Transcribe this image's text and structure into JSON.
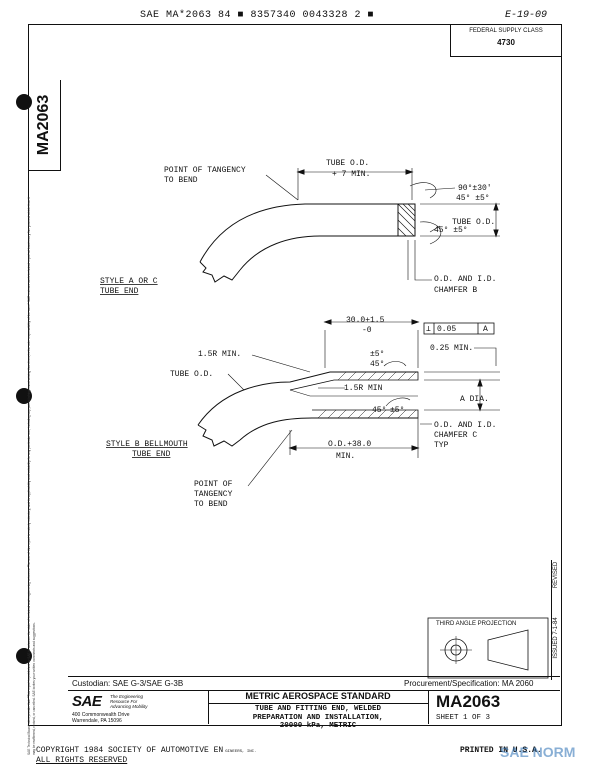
{
  "header": {
    "code_line": "SAE MA*2063 84 ■ 8357340 0043328 2 ■",
    "handwritten_date": "E-19-09"
  },
  "federal_supply": {
    "label": "FEDERAL SUPPLY CLASS",
    "value": "4730"
  },
  "side": {
    "doc_number": "MA2063",
    "disclaimer": "SAE Technical Board rules provide that: \"This report is published by SAE to advance the state of technical and engineering sciences. The use of this report is entirely voluntary, and its applicability and suitability for any particular use, including any patent infringement arising therefrom, is the sole responsibility of the user.\" SAE reviews each technical report at least every five years at which time it may be reaffirmed, revised, or cancelled. SAE invites your written comments and suggestions."
  },
  "drawing1": {
    "point_of_tangency": [
      "POINT OF TANGENCY",
      "TO BEND"
    ],
    "tube_od_top": [
      "TUBE O.D.",
      "+ 7 MIN."
    ],
    "angle_90": "90°±30'",
    "angle_45_top": "45° ±5°",
    "tube_od_right": "TUBE O.D.",
    "angle_45_bottom": "45° ±5°",
    "chamfer": [
      "O.D. AND I.D.",
      "CHAMFER B"
    ],
    "style_label": [
      "STYLE A OR C",
      "TUBE END"
    ]
  },
  "drawing2": {
    "dim_top": [
      "30.0+1.5",
      "-0"
    ],
    "tolerance_symbol": "⊥",
    "tolerance_value": "0.05",
    "tolerance_datum": "A",
    "r_min_outer": "1.5R MIN.",
    "dim_025": "0.25 MIN.",
    "angle_top": "±5°",
    "angle_top_deg": "45°",
    "tube_od": "TUBE O.D.",
    "r_min_inner": "1.5R MIN",
    "a_dia": "A DIA.",
    "angle_mid": "45°",
    "angle_mid_tol": "±5°",
    "chamfer": [
      "O.D. AND I.D.",
      "CHAMFER C",
      "TYP"
    ],
    "style_label": [
      "STYLE B BELLMOUTH",
      "TUBE END"
    ],
    "od_dim": [
      "O.D.+38.0",
      "MIN."
    ],
    "point_of_tangency": [
      "POINT OF",
      "TANGENCY",
      "TO BEND"
    ]
  },
  "revised": {
    "label": "REVISED",
    "issued": "ISSUED 7-1-84"
  },
  "projection": {
    "label": "THIRD ANGLE PROJECTION"
  },
  "title_block": {
    "custodian": "Custodian: SAE G-3/SAE G-3B",
    "procurement": "Procurement/Specification: MA 2060",
    "logo_text": "SAE",
    "logo_tag": [
      "The Engineering",
      "Resource For",
      "Advancing Mobility"
    ],
    "address": [
      "400 Commonwealth Drive",
      "Warrendale, PA 15096"
    ],
    "standard": "METRIC AEROSPACE STANDARD",
    "title": [
      "TUBE AND FITTING END, WELDED",
      "PREPARATION AND INSTALLATION,",
      "20000 kPa, METRIC"
    ],
    "doc_number": "MA2063",
    "sheet": "SHEET 1 OF 3"
  },
  "footer": {
    "copyright": "COPYRIGHT 1984 SOCIETY OF AUTOMOTIVE EN",
    "copyright_tail": "GINEERS, INC.",
    "reserved": "ALL RIGHTS RESERVED",
    "printed": "PRINTED IN U.S.A.",
    "watermark": "SAE NORM"
  }
}
